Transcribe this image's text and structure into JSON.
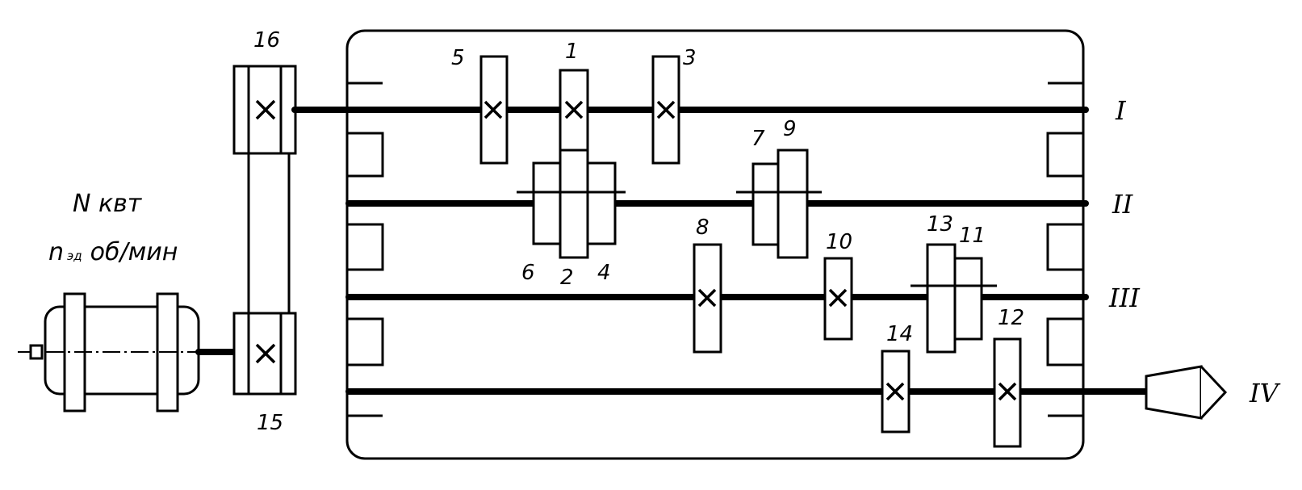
{
  "motor": {
    "power_label": "N квт",
    "speed_prefix": "n",
    "speed_subscript": "эд",
    "speed_unit": "об/мин"
  },
  "shafts": [
    {
      "id": "shaft-1",
      "label": "I"
    },
    {
      "id": "shaft-2",
      "label": "II"
    },
    {
      "id": "shaft-3",
      "label": "III"
    },
    {
      "id": "shaft-4",
      "label": "IV"
    }
  ],
  "gear_labels": {
    "g1": "1",
    "g2": "2",
    "g3": "3",
    "g4": "4",
    "g5": "5",
    "g6": "6",
    "g7": "7",
    "g8": "8",
    "g9": "9",
    "g10": "10",
    "g11": "11",
    "g12": "12",
    "g13": "13",
    "g14": "14"
  },
  "pulley_labels": {
    "p15": "15",
    "p16": "16"
  }
}
